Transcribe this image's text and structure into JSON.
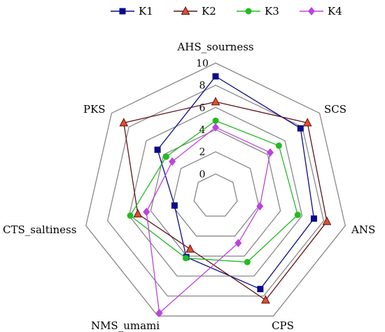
{
  "chart_data": {
    "type": "radar",
    "axes": [
      "AHS_sourness",
      "SCS",
      "ANS",
      "CPS",
      "NMS_umami",
      "CTS_saltiness",
      "PKS"
    ],
    "radial_range": [
      -2,
      10
    ],
    "ticks": [
      0,
      2,
      4,
      6,
      8,
      10
    ],
    "grid": true,
    "legend_position": "top",
    "series": [
      {
        "name": "K1",
        "color": "#0a0a8c",
        "marker": "square",
        "values": [
          8.8,
          7.8,
          7.1,
          7.3,
          4.1,
          1.8,
          4.7
        ]
      },
      {
        "name": "K2",
        "color": "#5c1218",
        "marker": "triangle",
        "values": [
          6.5,
          8.6,
          8.3,
          8.4,
          3.3,
          5.2,
          8.6
        ]
      },
      {
        "name": "K3",
        "color": "#22bb22",
        "marker": "circle",
        "values": [
          4.8,
          5.3,
          5.6,
          4.6,
          4.2,
          5.9,
          3.7
        ]
      },
      {
        "name": "K4",
        "color": "#bb44dd",
        "marker": "diamond",
        "values": [
          4.2,
          4.3,
          2.1,
          2.7,
          9.7,
          4.4,
          3.0
        ]
      }
    ]
  }
}
